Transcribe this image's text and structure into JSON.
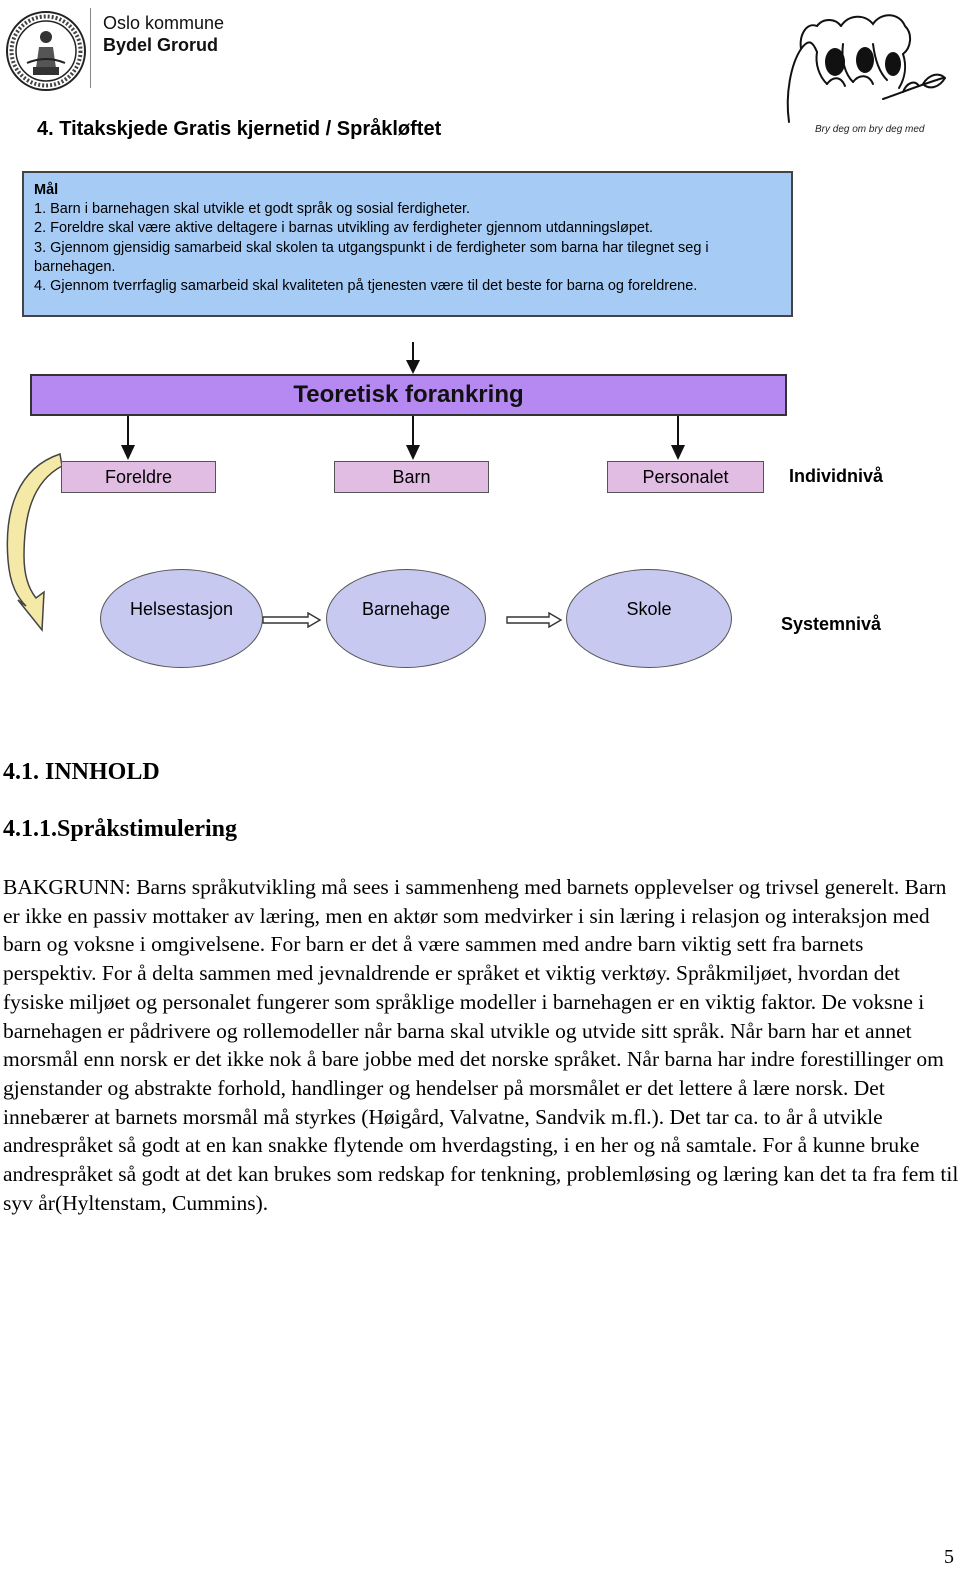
{
  "header": {
    "org_line1": "Oslo kommune",
    "org_line2": "Bydel Grorud",
    "title": "4. Titakskjede Gratis kjernetid / Språkløftet",
    "slogan": "Bry deg om bry deg med"
  },
  "goals": {
    "heading": "Mål",
    "items": [
      "1. Barn i barnehagen skal utvikle et godt språk og sosial ferdigheter.",
      "2. Foreldre skal være aktive deltagere i barnas utvikling av ferdigheter gjennom utdanningsløpet.",
      "3. Gjennom gjensidig samarbeid skal skolen ta utgangspunkt i de ferdigheter som barna har tilegnet seg i barnehagen.",
      "4. Gjennom tverrfaglig samarbeid skal kvaliteten på tjenesten være til det beste for barna og foreldrene."
    ]
  },
  "diagram": {
    "theory": "Teoretisk forankring",
    "individual": [
      "Foreldre",
      "Barn",
      "Personalet"
    ],
    "individual_level": "Individnivå",
    "system": [
      "Helsestasjon",
      "Barnehage",
      "Skole"
    ],
    "system_level": "Systemnivå",
    "colors": {
      "theory": "#b689f2",
      "individual": "#e2bde3",
      "system": "#c7c9f0",
      "curved_arrow": "#f5e9a8",
      "goals_bg": "#a6cbf5"
    }
  },
  "content": {
    "heading1": "4.1.  INNHOLD",
    "heading2": "4.1.1.Språkstimulering",
    "paragraph": "BAKGRUNN: Barns språkutvikling må sees i sammenheng med barnets opplevelser og trivsel generelt. Barn er ikke en passiv mottaker av læring, men en aktør som medvirker i sin læring i relasjon og interaksjon med barn og voksne i omgivelsene. For barn er det å være sammen med andre barn viktig sett fra barnets perspektiv. For å delta sammen med jevnaldrende er språket et viktig verktøy. Språkmiljøet, hvordan det fysiske miljøet og personalet fungerer som språklige modeller i barnehagen er en viktig faktor. De voksne i barnehagen er pådrivere og rollemodeller når barna skal utvikle og utvide sitt språk. Når barn har et annet morsmål enn norsk er det ikke nok å bare jobbe med det norske språket. Når barna har indre forestillinger om gjenstander og abstrakte forhold, handlinger og hendelser på morsmålet er det lettere å lære norsk. Det innebærer at barnets morsmål må styrkes (Høigård, Valvatne, Sandvik m.fl.). Det tar ca. to år å utvikle andrespråket så godt at en kan snakke flytende om hverdagsting, i en her og nå samtale. For å kunne bruke andrespråket så godt at det kan brukes som redskap for tenkning, problemløsing og læring kan det ta fra fem til syv år(Hyltenstam, Cummins)."
  },
  "footer": {
    "page_number": "5"
  }
}
